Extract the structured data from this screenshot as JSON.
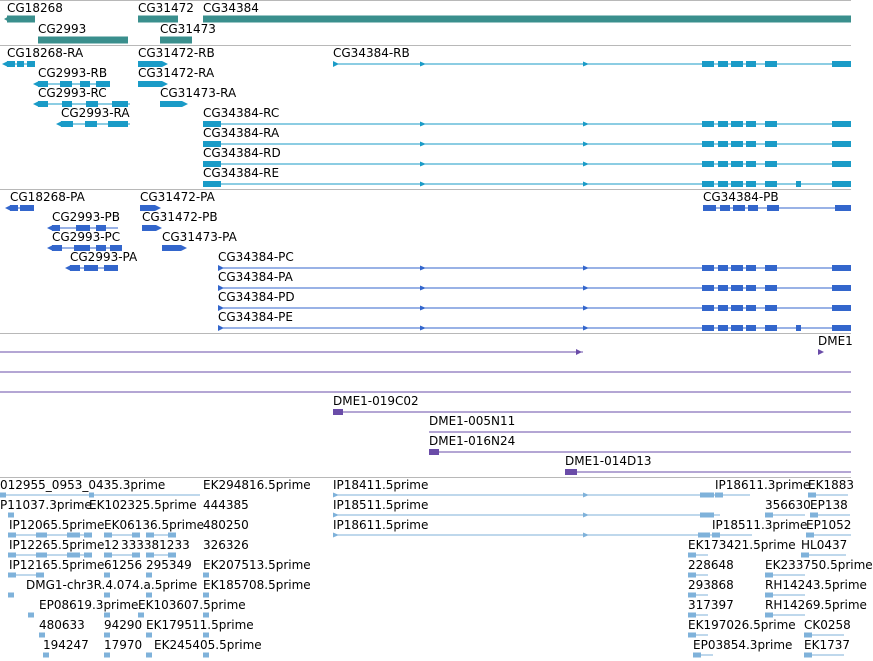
{
  "colors": {
    "gene": "#3a8f8d",
    "rna": "#1a9bc7",
    "cds": "#3366cc",
    "clone": "#6a4ca8",
    "est": "#7fb2da",
    "separator": "#b8b8b8"
  },
  "genes": [
    {
      "id": "gene-cg18268",
      "label": "CG18268"
    },
    {
      "id": "gene-cg2993",
      "label": "CG2993"
    },
    {
      "id": "gene-cg31472",
      "label": "CG31472"
    },
    {
      "id": "gene-cg31473",
      "label": "CG31473"
    },
    {
      "id": "gene-cg34384",
      "label": "CG34384"
    }
  ],
  "transcripts": [
    {
      "id": "rna-cg18268-ra",
      "label": "CG18268-RA"
    },
    {
      "id": "rna-cg2993-rb",
      "label": "CG2993-RB"
    },
    {
      "id": "rna-cg2993-rc",
      "label": "CG2993-RC"
    },
    {
      "id": "rna-cg2993-ra",
      "label": "CG2993-RA"
    },
    {
      "id": "rna-cg31472-rb",
      "label": "CG31472-RB"
    },
    {
      "id": "rna-cg31472-ra",
      "label": "CG31472-RA"
    },
    {
      "id": "rna-cg31473-ra",
      "label": "CG31473-RA"
    },
    {
      "id": "rna-cg34384-rb",
      "label": "CG34384-RB"
    },
    {
      "id": "rna-cg34384-rc",
      "label": "CG34384-RC"
    },
    {
      "id": "rna-cg34384-ra",
      "label": "CG34384-RA"
    },
    {
      "id": "rna-cg34384-rd",
      "label": "CG34384-RD"
    },
    {
      "id": "rna-cg34384-re",
      "label": "CG34384-RE"
    }
  ],
  "proteins": [
    {
      "id": "cds-cg18268-pa",
      "label": "CG18268-PA"
    },
    {
      "id": "cds-cg2993-pb",
      "label": "CG2993-PB"
    },
    {
      "id": "cds-cg2993-pc",
      "label": "CG2993-PC"
    },
    {
      "id": "cds-cg2993-pa",
      "label": "CG2993-PA"
    },
    {
      "id": "cds-cg31472-pa",
      "label": "CG31472-PA"
    },
    {
      "id": "cds-cg31472-pb",
      "label": "CG31472-PB"
    },
    {
      "id": "cds-cg31473-pa",
      "label": "CG31473-PA"
    },
    {
      "id": "cds-cg34384-pb",
      "label": "CG34384-PB"
    },
    {
      "id": "cds-cg34384-pc",
      "label": "CG34384-PC"
    },
    {
      "id": "cds-cg34384-pa",
      "label": "CG34384-PA"
    },
    {
      "id": "cds-cg34384-pd",
      "label": "CG34384-PD"
    },
    {
      "id": "cds-cg34384-pe",
      "label": "CG34384-PE"
    }
  ],
  "clones": [
    {
      "id": "clone-dme1-cut",
      "label": "DME1"
    },
    {
      "id": "clone-dme1-019c02",
      "label": "DME1-019C02"
    },
    {
      "id": "clone-dme1-005n11",
      "label": "DME1-005N11"
    },
    {
      "id": "clone-dme1-016n24",
      "label": "DME1-016N24"
    },
    {
      "id": "clone-dme1-014d13",
      "label": "DME1-014D13"
    }
  ],
  "ests": [
    {
      "id": "est-1",
      "label": "012955_0953_0435.3prime"
    },
    {
      "id": "est-2",
      "label": "P11037.3prime"
    },
    {
      "id": "est-3",
      "label": "EK102325.5prime"
    },
    {
      "id": "est-4",
      "label": "EK294816.5prime"
    },
    {
      "id": "est-5",
      "label": "444385"
    },
    {
      "id": "est-6",
      "label": "IP12065.5prime"
    },
    {
      "id": "est-7",
      "label": "EK06136.5prime"
    },
    {
      "id": "est-8",
      "label": "480250"
    },
    {
      "id": "est-9",
      "label": "IP12265.5prime"
    },
    {
      "id": "est-10",
      "label": "12"
    },
    {
      "id": "est-11",
      "label": "333381233"
    },
    {
      "id": "est-12",
      "label": "326326"
    },
    {
      "id": "est-13",
      "label": "IP12165.5prime"
    },
    {
      "id": "est-14",
      "label": "61256"
    },
    {
      "id": "est-15",
      "label": "295349"
    },
    {
      "id": "est-16",
      "label": "EK207513.5prime"
    },
    {
      "id": "est-17",
      "label": "DMG1-chr3R.4.074.a.5prime"
    },
    {
      "id": "est-18",
      "label": "EK185708.5prime"
    },
    {
      "id": "est-19",
      "label": "EP08619.3prime"
    },
    {
      "id": "est-20",
      "label": "EK103607.5prime"
    },
    {
      "id": "est-21",
      "label": "480633"
    },
    {
      "id": "est-22",
      "label": "94290"
    },
    {
      "id": "est-23",
      "label": "EK179511.5prime"
    },
    {
      "id": "est-24",
      "label": "194247"
    },
    {
      "id": "est-25",
      "label": "17970"
    },
    {
      "id": "est-26",
      "label": "EK245405.5prime"
    },
    {
      "id": "est-27",
      "label": "IP18411.5prime"
    },
    {
      "id": "est-28",
      "label": "IP18511.5prime"
    },
    {
      "id": "est-29",
      "label": "IP18611.5prime"
    },
    {
      "id": "est-30",
      "label": "IP18611.3prime"
    },
    {
      "id": "est-31",
      "label": "EK1883"
    },
    {
      "id": "est-32",
      "label": "356630"
    },
    {
      "id": "est-33",
      "label": "EP138"
    },
    {
      "id": "est-34",
      "label": "IP18511.3prime"
    },
    {
      "id": "est-35",
      "label": "EP1052"
    },
    {
      "id": "est-36",
      "label": "EK173421.5prime"
    },
    {
      "id": "est-37",
      "label": "HL0437"
    },
    {
      "id": "est-38",
      "label": "228648"
    },
    {
      "id": "est-39",
      "label": "EK233750.5prime"
    },
    {
      "id": "est-40",
      "label": "293868"
    },
    {
      "id": "est-41",
      "label": "RH14243.5prime"
    },
    {
      "id": "est-42",
      "label": "317397"
    },
    {
      "id": "est-43",
      "label": "RH14269.5prime"
    },
    {
      "id": "est-44",
      "label": "EK197026.5prime"
    },
    {
      "id": "est-45",
      "label": "CK0258"
    },
    {
      "id": "est-46",
      "label": "EP03854.3prime"
    },
    {
      "id": "est-47",
      "label": "EK1737"
    }
  ]
}
